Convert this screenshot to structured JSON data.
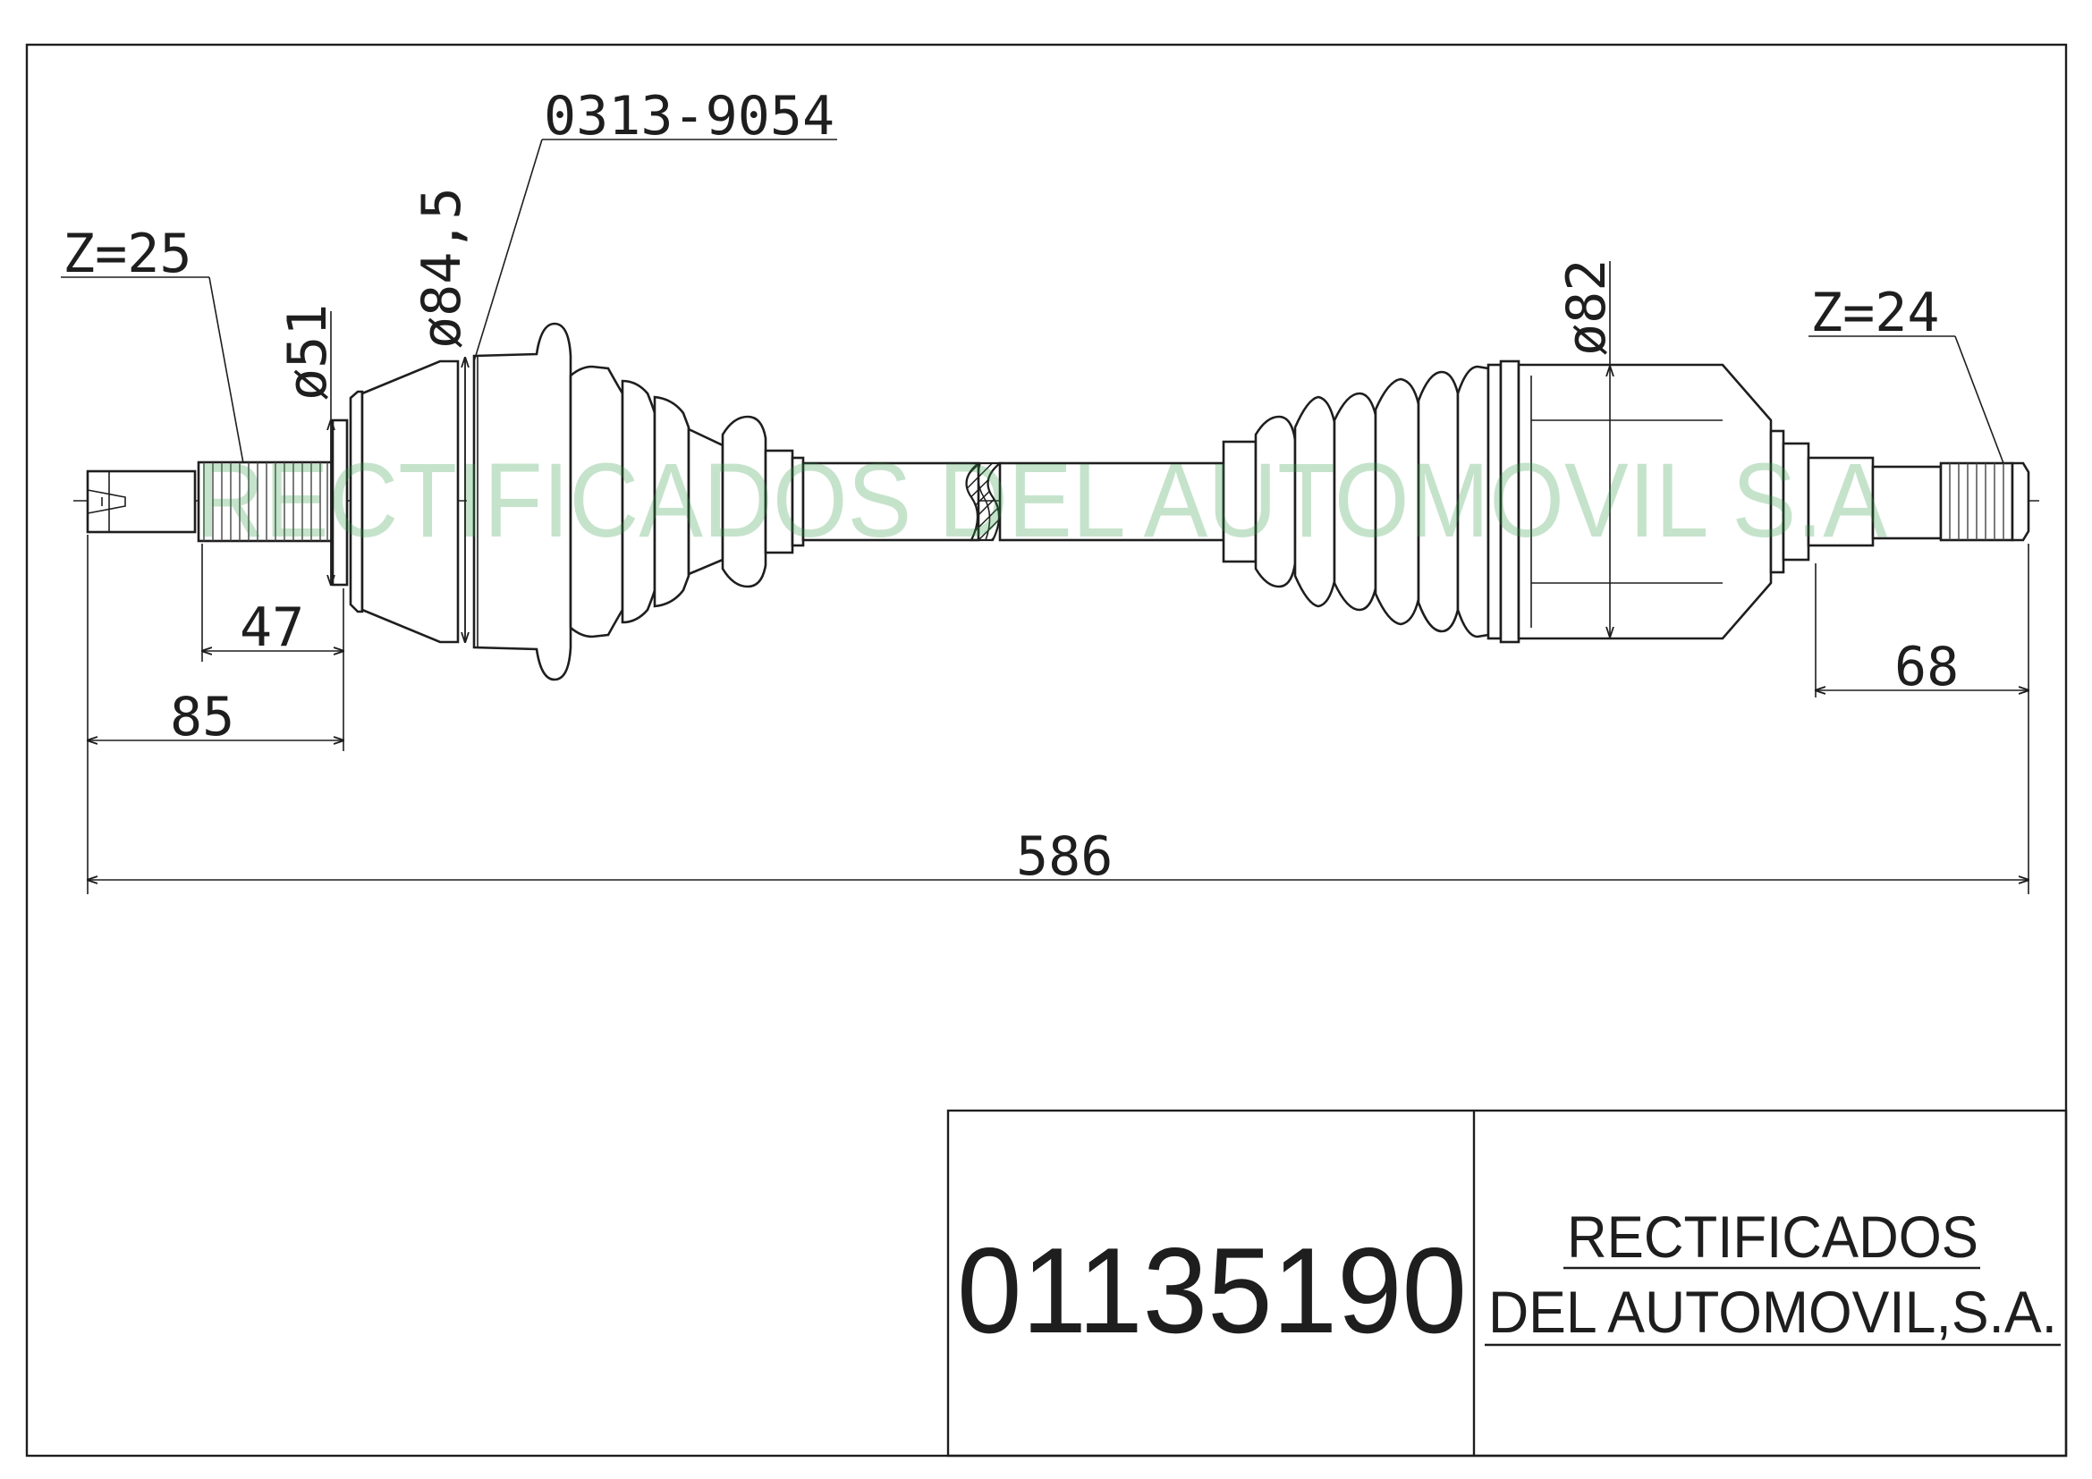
{
  "drawing": {
    "part_ref": "0313-9054",
    "left_spline": "Z=25",
    "right_spline": "Z=24",
    "diameters": {
      "inner_left": "ø51",
      "outer_left": "ø84,5",
      "outer_right": "ø82"
    },
    "dims": {
      "d47": "47",
      "d85": "85",
      "d68": "68",
      "overall": "586"
    },
    "watermark": "RECTIFICADOS DEL AUTOMOVIL S.A"
  },
  "title_block": {
    "part_number": "01135190",
    "company_line1": "RECTIFICADOS",
    "company_line2": "DEL AUTOMOVIL,S.A."
  }
}
